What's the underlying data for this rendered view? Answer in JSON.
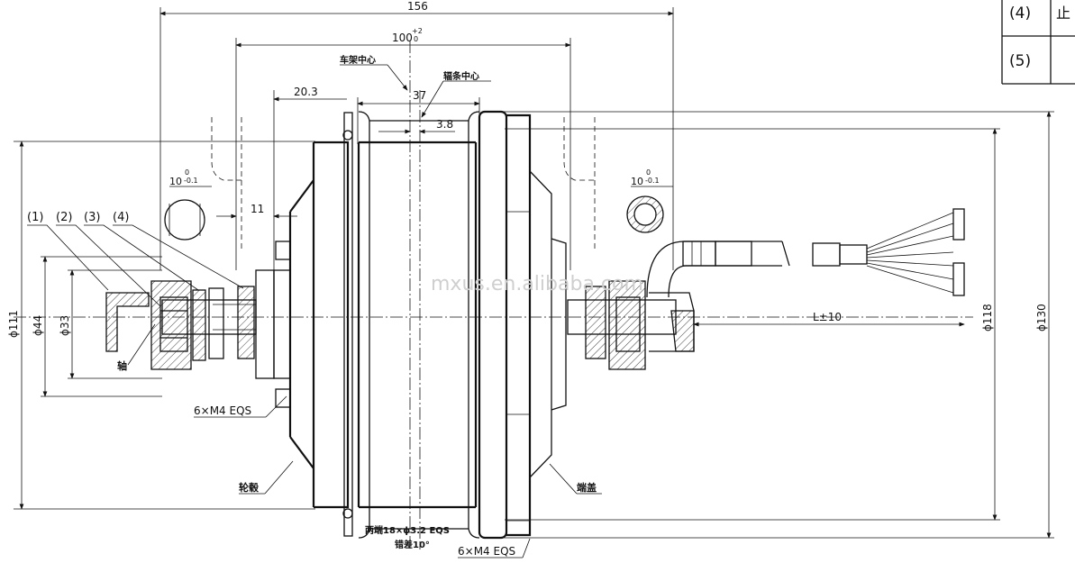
{
  "dimensions": {
    "d156": "156",
    "d100": "100",
    "d100_tol_upper": "+2",
    "d100_tol_lower": "0",
    "d37": "37",
    "d3_8": "3.8",
    "d20_3": "20.3",
    "d11": "11",
    "flat_left": "10",
    "flat_left_tol_upper": "0",
    "flat_left_tol_lower": "-0.1",
    "flat_right": "10",
    "flat_right_tol_upper": "0",
    "flat_right_tol_lower": "-0.1",
    "dia111": "ϕ111",
    "dia44": "ϕ44",
    "dia33": "ϕ33",
    "dia118": "ϕ118",
    "dia130": "ϕ130",
    "cable_length": "L±10"
  },
  "labels": {
    "frame_center": "车架中心",
    "spoke_center": "辐条中心",
    "axle": "轴",
    "hub_shell": "轮毂",
    "end_cover": "端盖",
    "bolts_left": "6×M4 EQS",
    "bolts_right": "6×M4 EQS",
    "spoke_holes": "两端18×ϕ3.2 EQS",
    "spoke_offset": "错差10°",
    "watermark": "mxus.en.alibaba.com"
  },
  "callouts": [
    "(1)",
    "(2)",
    "(3)",
    "(4)"
  ],
  "parts_table": [
    {
      "no": "(4)",
      "name": "止"
    },
    {
      "no": "(5)",
      "name": ""
    }
  ]
}
